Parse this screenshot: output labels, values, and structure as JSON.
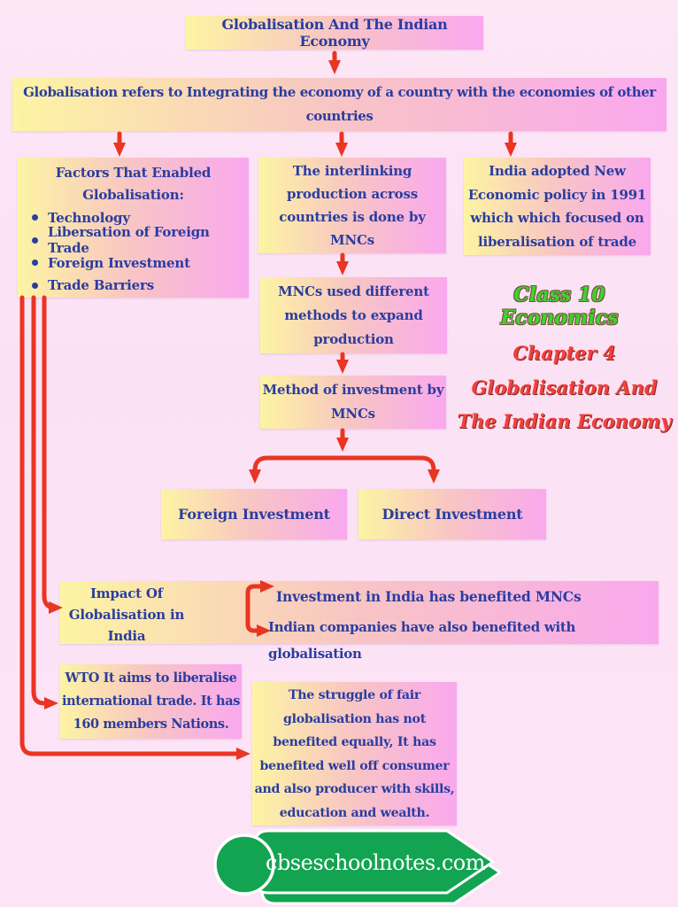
{
  "page": {
    "background_color": "#fbe3f4",
    "accent_red": "#e93522",
    "box_text_color": "#2a3da0",
    "box_gradient": [
      "#fdf4a3",
      "#f8c6c3",
      "#f9a8ee"
    ]
  },
  "flowchart": {
    "title": "Globalisation And The Indian Economy",
    "definition": "Globalisation refers to Integrating the economy of a country with the economies of other\ncountries",
    "factors": {
      "heading": "Factors That Enabled\nGlobalisation:",
      "items": [
        "Technology",
        "Libersation of Foreign Trade",
        "Foreign Investment",
        "Trade Barriers"
      ]
    },
    "interlinking": "The interlinking\nproduction across\ncountries is done by\nMNCs",
    "nep": "India adopted New\nEconomic policy in 1991\nwhich which focused on\nliberalisation of trade",
    "methods": "MNCs used different\nmethods to expand\nproduction",
    "method_of_investment": "Method of investment by\nMNCs",
    "foreign_investment": "Foreign Investment",
    "direct_investment": "Direct Investment",
    "impact": {
      "heading": "Impact Of\nGlobalisation in\nIndia",
      "point1": "Investment in India has benefited MNCs",
      "point2": "Indian companies have also benefited with globalisation"
    },
    "wto": "WTO It aims to liberalise\ninternational trade. It has\n160 members Nations.",
    "struggle": "The struggle of fair\nglobalisation has not\nbenefited equally, It has\nbenefited well off consumer\nand also producer with skills,\neducation and wealth."
  },
  "watermark": {
    "class_text": "Class 10 Economics",
    "class_color": "#3ed42c",
    "chapter_text": "Chapter 4\nGlobalisation And\nThe Indian Economy",
    "chapter_color": "#f1413c"
  },
  "footer": {
    "site": "cbseschoolnotes.com",
    "banner_color": "#13a452"
  }
}
